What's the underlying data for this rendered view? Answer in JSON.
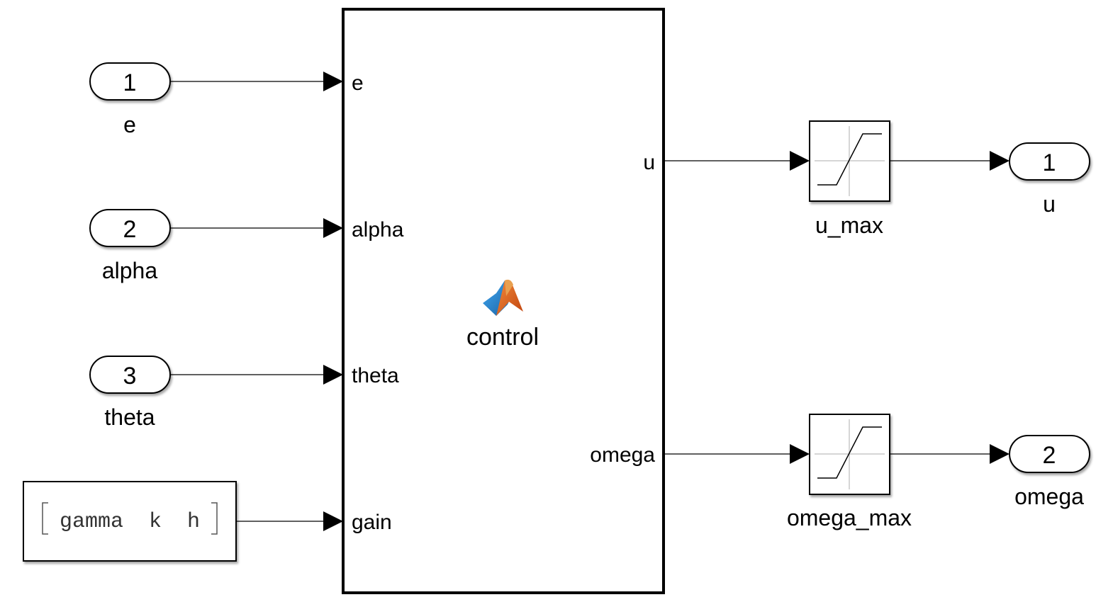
{
  "inports": [
    {
      "number": "1",
      "label": "e"
    },
    {
      "number": "2",
      "label": "alpha"
    },
    {
      "number": "3",
      "label": "theta"
    }
  ],
  "constant_block": {
    "value": "gamma  k  h"
  },
  "function_block": {
    "name": "control",
    "icon": "matlab-logo-icon",
    "input_ports": [
      "e",
      "alpha",
      "theta",
      "gain"
    ],
    "output_ports": [
      "u",
      "omega"
    ]
  },
  "saturation_blocks": [
    {
      "label": "u_max",
      "icon": "saturation-icon"
    },
    {
      "label": "omega_max",
      "icon": "saturation-icon"
    }
  ],
  "outports": [
    {
      "number": "1",
      "label": "u"
    },
    {
      "number": "2",
      "label": "omega"
    }
  ]
}
